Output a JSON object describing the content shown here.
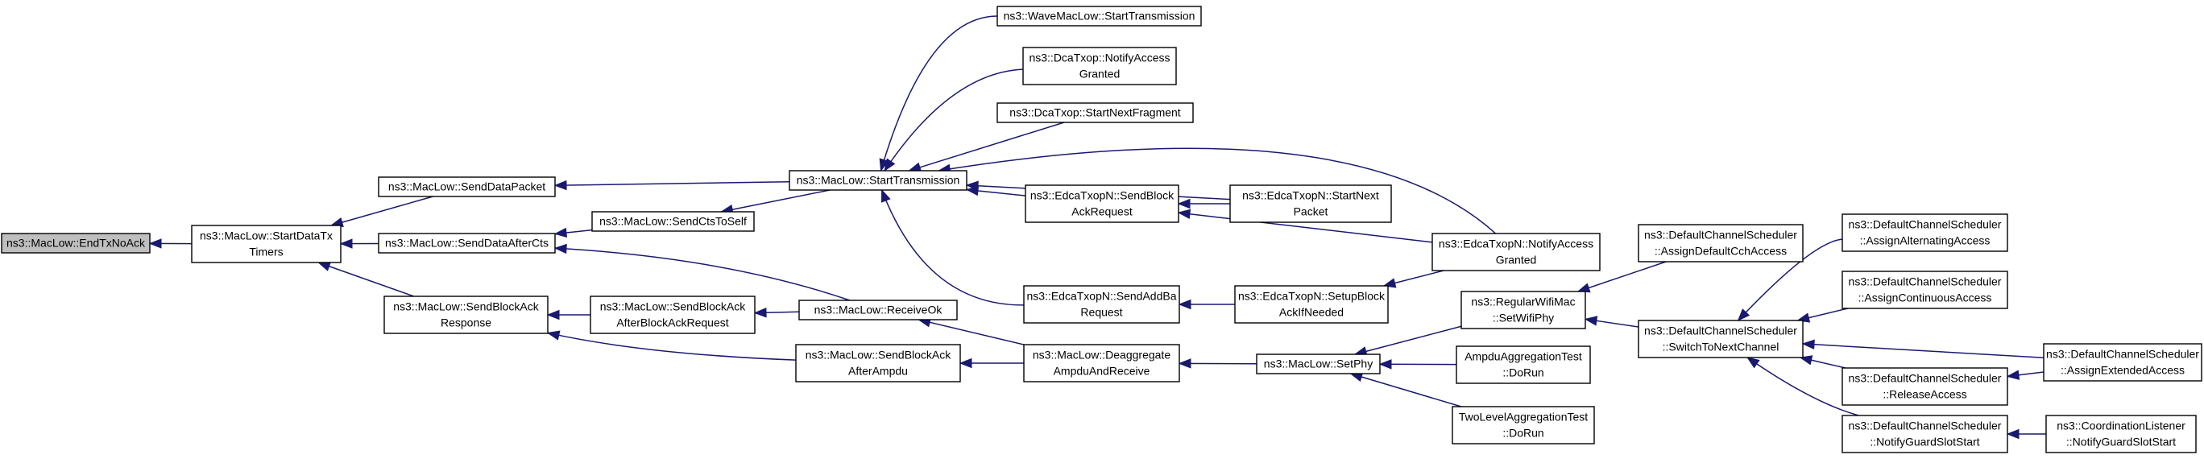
{
  "graph": {
    "title": "",
    "nodes": [
      {
        "id": "end_tx_noack",
        "lines": [
          "ns3::MacLow::EndTxNoAck"
        ],
        "root": true
      },
      {
        "id": "start_data_tx_timers",
        "lines": [
          "ns3::MacLow::StartDataTx",
          "Timers"
        ]
      },
      {
        "id": "send_data_packet",
        "lines": [
          "ns3::MacLow::SendDataPacket"
        ]
      },
      {
        "id": "send_data_after_cts",
        "lines": [
          "ns3::MacLow::SendDataAfterCts"
        ]
      },
      {
        "id": "send_block_ack_response",
        "lines": [
          "ns3::MacLow::SendBlockAck",
          "Response"
        ]
      },
      {
        "id": "send_cts_to_self",
        "lines": [
          "ns3::MacLow::SendCtsToSelf"
        ]
      },
      {
        "id": "send_block_ack_after_block_ack_request",
        "lines": [
          "ns3::MacLow::SendBlockAck",
          "AfterBlockAckRequest"
        ]
      },
      {
        "id": "send_block_ack_after_ampdu",
        "lines": [
          "ns3::MacLow::SendBlockAck",
          "AfterAmpdu"
        ]
      },
      {
        "id": "start_transmission",
        "lines": [
          "ns3::MacLow::StartTransmission"
        ]
      },
      {
        "id": "receive_ok",
        "lines": [
          "ns3::MacLow::ReceiveOk"
        ]
      },
      {
        "id": "wave_start_transmission",
        "lines": [
          "ns3::WaveMacLow::StartTransmission"
        ]
      },
      {
        "id": "dca_notify_access_granted",
        "lines": [
          "ns3::DcaTxop::NotifyAccess",
          "Granted"
        ]
      },
      {
        "id": "dca_start_next_fragment",
        "lines": [
          "ns3::DcaTxop::StartNextFragment"
        ]
      },
      {
        "id": "edca_send_block_ack_request",
        "lines": [
          "ns3::EdcaTxopN::SendBlock",
          "AckRequest"
        ]
      },
      {
        "id": "edca_send_add_ba_request",
        "lines": [
          "ns3::EdcaTxopN::SendAddBa",
          "Request"
        ]
      },
      {
        "id": "deaggregate_ampdu_and_receive",
        "lines": [
          "ns3::MacLow::Deaggregate",
          "AmpduAndReceive"
        ]
      },
      {
        "id": "edca_start_next_packet",
        "lines": [
          "ns3::EdcaTxopN::StartNext",
          "Packet"
        ]
      },
      {
        "id": "edca_setup_block_ack_if_needed",
        "lines": [
          "ns3::EdcaTxopN::SetupBlock",
          "AckIfNeeded"
        ]
      },
      {
        "id": "set_phy",
        "lines": [
          "ns3::MacLow::SetPhy"
        ]
      },
      {
        "id": "edca_notify_access_granted",
        "lines": [
          "ns3::EdcaTxopN::NotifyAccess",
          "Granted"
        ]
      },
      {
        "id": "regular_wifi_mac_set_wifi_phy",
        "lines": [
          "ns3::RegularWifiMac",
          "::SetWifiPhy"
        ]
      },
      {
        "id": "ampdu_aggregation_test_do_run",
        "lines": [
          "AmpduAggregationTest",
          "::DoRun"
        ]
      },
      {
        "id": "two_level_aggregation_test_do_run",
        "lines": [
          "TwoLevelAggregationTest",
          "::DoRun"
        ]
      },
      {
        "id": "dcs_assign_default_cch_access",
        "lines": [
          "ns3::DefaultChannelScheduler",
          "::AssignDefaultCchAccess"
        ]
      },
      {
        "id": "dcs_switch_to_next_channel",
        "lines": [
          "ns3::DefaultChannelScheduler",
          "::SwitchToNextChannel"
        ]
      },
      {
        "id": "dcs_assign_alternating_access",
        "lines": [
          "ns3::DefaultChannelScheduler",
          "::AssignAlternatingAccess"
        ]
      },
      {
        "id": "dcs_assign_continuous_access",
        "lines": [
          "ns3::DefaultChannelScheduler",
          "::AssignContinuousAccess"
        ]
      },
      {
        "id": "dcs_release_access",
        "lines": [
          "ns3::DefaultChannelScheduler",
          "::ReleaseAccess"
        ]
      },
      {
        "id": "dcs_notify_guard_slot_start",
        "lines": [
          "ns3::DefaultChannelScheduler",
          "::NotifyGuardSlotStart"
        ]
      },
      {
        "id": "dcs_assign_extended_access",
        "lines": [
          "ns3::DefaultChannelScheduler",
          "::AssignExtendedAccess"
        ]
      },
      {
        "id": "coordination_listener_notify_guard_slot_start",
        "lines": [
          "ns3::CoordinationListener",
          "::NotifyGuardSlotStart"
        ]
      }
    ],
    "edges": [
      {
        "from": "start_data_tx_timers",
        "to": "end_tx_noack"
      },
      {
        "from": "send_data_packet",
        "to": "start_data_tx_timers"
      },
      {
        "from": "send_data_after_cts",
        "to": "start_data_tx_timers"
      },
      {
        "from": "send_block_ack_response",
        "to": "start_data_tx_timers"
      },
      {
        "from": "start_transmission",
        "to": "send_data_packet"
      },
      {
        "from": "send_cts_to_self",
        "to": "send_data_after_cts"
      },
      {
        "from": "receive_ok",
        "to": "send_data_after_cts"
      },
      {
        "from": "send_block_ack_after_block_ack_request",
        "to": "send_block_ack_response"
      },
      {
        "from": "send_block_ack_after_ampdu",
        "to": "send_block_ack_response"
      },
      {
        "from": "start_transmission",
        "to": "send_cts_to_self"
      },
      {
        "from": "receive_ok",
        "to": "send_block_ack_after_block_ack_request"
      },
      {
        "from": "deaggregate_ampdu_and_receive",
        "to": "receive_ok"
      },
      {
        "from": "deaggregate_ampdu_and_receive",
        "to": "send_block_ack_after_ampdu"
      },
      {
        "from": "wave_start_transmission",
        "to": "start_transmission"
      },
      {
        "from": "dca_notify_access_granted",
        "to": "start_transmission"
      },
      {
        "from": "dca_start_next_fragment",
        "to": "start_transmission"
      },
      {
        "from": "edca_send_block_ack_request",
        "to": "start_transmission"
      },
      {
        "from": "edca_send_add_ba_request",
        "to": "start_transmission"
      },
      {
        "from": "edca_start_next_packet",
        "to": "start_transmission"
      },
      {
        "from": "edca_notify_access_granted",
        "to": "start_transmission"
      },
      {
        "from": "edca_start_next_packet",
        "to": "edca_send_block_ack_request"
      },
      {
        "from": "edca_notify_access_granted",
        "to": "edca_send_block_ack_request"
      },
      {
        "from": "edca_setup_block_ack_if_needed",
        "to": "edca_send_add_ba_request"
      },
      {
        "from": "set_phy",
        "to": "deaggregate_ampdu_and_receive"
      },
      {
        "from": "edca_notify_access_granted",
        "to": "edca_setup_block_ack_if_needed"
      },
      {
        "from": "regular_wifi_mac_set_wifi_phy",
        "to": "set_phy"
      },
      {
        "from": "ampdu_aggregation_test_do_run",
        "to": "set_phy"
      },
      {
        "from": "two_level_aggregation_test_do_run",
        "to": "set_phy"
      },
      {
        "from": "dcs_assign_default_cch_access",
        "to": "regular_wifi_mac_set_wifi_phy"
      },
      {
        "from": "dcs_switch_to_next_channel",
        "to": "regular_wifi_mac_set_wifi_phy"
      },
      {
        "from": "dcs_assign_alternating_access",
        "to": "dcs_switch_to_next_channel"
      },
      {
        "from": "dcs_assign_continuous_access",
        "to": "dcs_switch_to_next_channel"
      },
      {
        "from": "dcs_assign_extended_access",
        "to": "dcs_switch_to_next_channel"
      },
      {
        "from": "dcs_release_access",
        "to": "dcs_switch_to_next_channel"
      },
      {
        "from": "dcs_notify_guard_slot_start",
        "to": "dcs_switch_to_next_channel"
      },
      {
        "from": "dcs_assign_extended_access",
        "to": "dcs_release_access"
      },
      {
        "from": "coordination_listener_notify_guard_slot_start",
        "to": "dcs_notify_guard_slot_start"
      }
    ]
  },
  "colors": {
    "edge": "#191970",
    "root_fill": "#bfbfbf",
    "node_fill": "#ffffff",
    "node_border": "#000000"
  }
}
